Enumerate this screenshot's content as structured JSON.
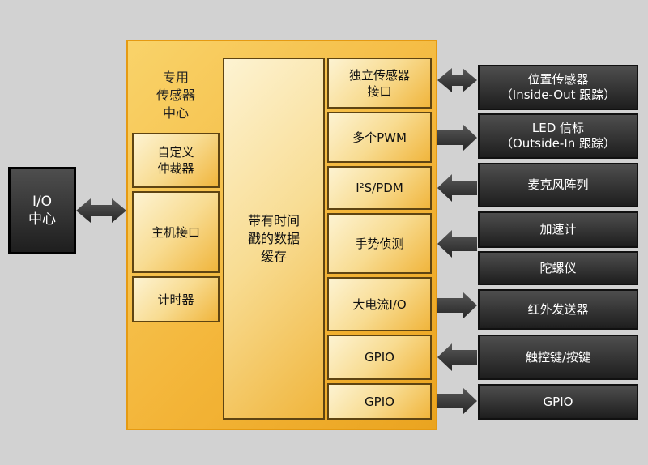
{
  "io_center": {
    "label": "I/O\n中心"
  },
  "hub": {
    "title": "专用\n传感器\n中心",
    "left_blocks": [
      {
        "id": "custom-extender",
        "label": "自定义\n仲裁器"
      },
      {
        "id": "host-interface",
        "label": "主机接口"
      },
      {
        "id": "timer",
        "label": "计时器"
      }
    ],
    "buffer": {
      "label": "带有时间\n戳的数据\n缓存"
    },
    "interfaces": [
      {
        "id": "independent-sensor",
        "label": "独立传感器\n接口"
      },
      {
        "id": "multi-pwm",
        "label": "多个PWM"
      },
      {
        "id": "i2s-pdm",
        "label": "I²S/PDM"
      },
      {
        "id": "gesture-detect",
        "label": "手势侦测"
      },
      {
        "id": "high-current-io",
        "label": "大电流I/O"
      },
      {
        "id": "gpio-1",
        "label": "GPIO"
      },
      {
        "id": "gpio-2",
        "label": "GPIO"
      }
    ]
  },
  "peripherals": [
    {
      "id": "position-sensor",
      "label": "位置传感器\n（Inside-Out 跟踪）"
    },
    {
      "id": "led-beacon",
      "label": "LED 信标\n（Outside-In 跟踪）"
    },
    {
      "id": "mic-array",
      "label": "麦克风阵列"
    },
    {
      "id": "accelerometer",
      "label": "加速计"
    },
    {
      "id": "gyroscope",
      "label": "陀螺仪"
    },
    {
      "id": "ir-transmitter",
      "label": "红外发送器"
    },
    {
      "id": "touch-keys",
      "label": "触控键/按键"
    },
    {
      "id": "gpio-out",
      "label": "GPIO"
    }
  ],
  "colors": {
    "background": "#d2d2d2",
    "hub_frame": "#f3b437",
    "block_border": "#5e4412",
    "dark_block": "#2a2a2a",
    "arrow": "#3a3a3a"
  }
}
